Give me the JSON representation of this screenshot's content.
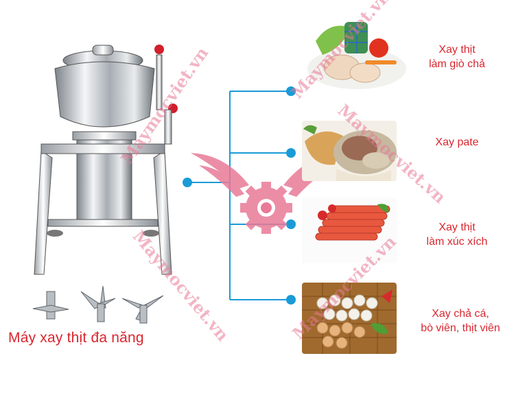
{
  "caption": "Máy xay thịt đa năng",
  "watermark": "Maymocviet.vn",
  "items": [
    {
      "label_line1": "Xay thịt",
      "label_line2": "làm giò chả"
    },
    {
      "label_line1": "Xay pate",
      "label_line2": ""
    },
    {
      "label_line1": "Xay thịt",
      "label_line2": "làm xúc xích"
    },
    {
      "label_line1": "Xay chả cá,",
      "label_line2": "bò viên, thịt viên"
    }
  ],
  "colors": {
    "accent": "#d9262e",
    "connector": "#1a9bd7",
    "logo": "#e97a97"
  }
}
